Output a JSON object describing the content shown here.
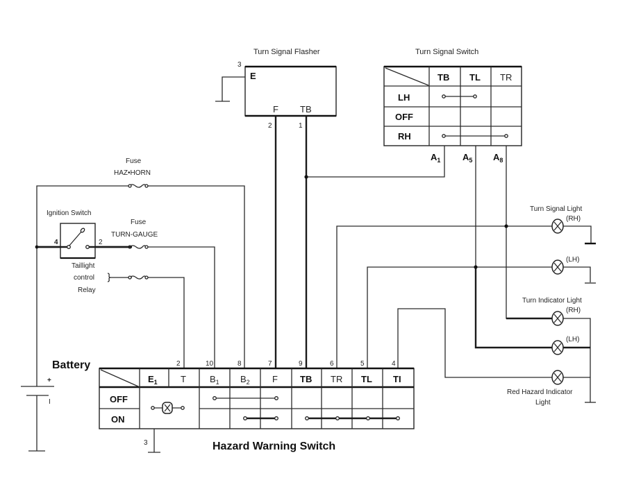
{
  "diagram": {
    "title": "Hazard Warning Switch",
    "flasher": {
      "label": "Turn Signal Flasher",
      "pin_e": "E",
      "pin_f": "F",
      "pin_tb": "TB",
      "ground_num": "3",
      "f_num": "2",
      "tb_num": "1"
    },
    "turn_switch": {
      "label": "Turn Signal Switch",
      "columns": [
        "TB",
        "TL",
        "TR"
      ],
      "rows": [
        "LH",
        "OFF",
        "RH"
      ],
      "outputs": [
        "A1",
        "A5",
        "A8"
      ],
      "output_letters": [
        "A",
        "A",
        "A"
      ],
      "output_subs": [
        "1",
        "5",
        "8"
      ]
    },
    "fuses": {
      "haz_label": "Fuse",
      "haz_name": "HAZ•HORN",
      "turn_label": "Fuse",
      "turn_name": "TURN-GAUGE"
    },
    "ignition": {
      "label": "Ignition Switch",
      "pin_in": "4",
      "pin_out": "2"
    },
    "taillight_relay": {
      "line1": "Taillight",
      "line2": "control",
      "line3": "Relay"
    },
    "battery": {
      "label": "Battery",
      "plus": "+",
      "minus": "I"
    },
    "hazard_switch": {
      "columns": [
        {
          "main": "E",
          "sub": "1",
          "bold": true
        },
        {
          "main": "T",
          "sub": "",
          "bold": false
        },
        {
          "main": "B",
          "sub": "1",
          "bold": false
        },
        {
          "main": "B",
          "sub": "2",
          "bold": false
        },
        {
          "main": "F",
          "sub": "",
          "bold": false
        },
        {
          "main": "TB",
          "sub": "",
          "bold": true
        },
        {
          "main": "TR",
          "sub": "",
          "bold": false
        },
        {
          "main": "TL",
          "sub": "",
          "bold": true
        },
        {
          "main": "TI",
          "sub": "",
          "bold": true
        }
      ],
      "rows": [
        "OFF",
        "ON"
      ],
      "pin_numbers": [
        "2",
        "10",
        "8",
        "7",
        "9",
        "6",
        "5",
        "4"
      ],
      "ground_num": "3"
    },
    "lights": {
      "turn_signal_label": "Turn Signal Light",
      "turn_indicator_label": "Turn Indicator Light",
      "rh": "(RH)",
      "lh": "(LH)",
      "hazard_line1": "Red Hazard Indicator",
      "hazard_line2": "Light"
    }
  }
}
